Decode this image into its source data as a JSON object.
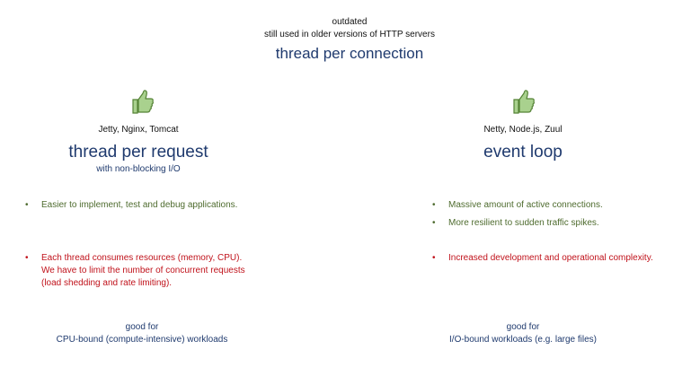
{
  "top": {
    "line1": "outdated",
    "line2": "still used in older versions of HTTP servers",
    "title": "thread per connection"
  },
  "left": {
    "examples": "Jetty, Nginx, Tomcat",
    "title": "thread per request",
    "subtitle": "with non-blocking I/O",
    "pros": [
      "Easier to implement, test and debug applications."
    ],
    "cons_lines": [
      "Each thread consumes resources (memory, CPU).",
      "We have to limit the number of concurrent requests",
      "(load shedding and rate limiting)."
    ],
    "good_for_label": "good for",
    "good_for_value": "CPU-bound (compute-intensive) workloads"
  },
  "right": {
    "examples": "Netty, Node.js, Zuul",
    "title": "event loop",
    "pros": [
      "Massive amount of active connections.",
      "More resilient to sudden traffic spikes."
    ],
    "cons": [
      "Increased development and operational complexity."
    ],
    "good_for_label": "good for",
    "good_for_value": "I/O-bound workloads (e.g. large files)"
  },
  "bullet_symbol": "•",
  "icons": {
    "left": "thumbs-up-icon",
    "right": "thumbs-up-icon"
  },
  "colors": {
    "navy": "#1f3a6e",
    "green_text": "#4e6b2e",
    "red_text": "#c0121b",
    "thumb_fill": "#a9d18e",
    "thumb_stroke": "#548235"
  }
}
